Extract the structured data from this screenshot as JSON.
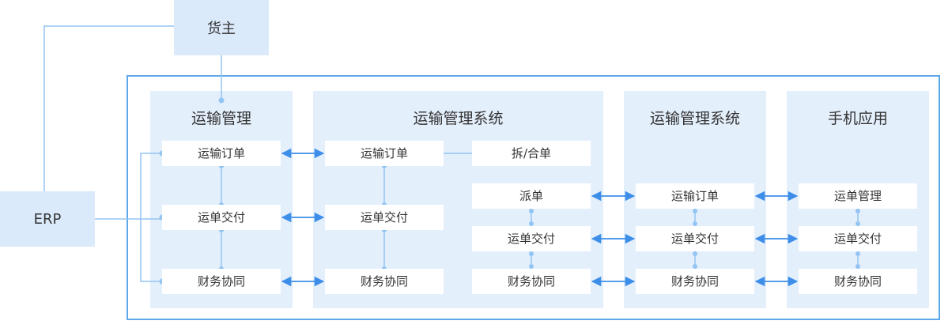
{
  "actors": {
    "shipper": "货主",
    "erp": "ERP"
  },
  "columns": [
    {
      "title": "运输管理",
      "items": [
        "运输订单",
        "运单交付",
        "财务协同"
      ]
    },
    {
      "title": "运输管理系统",
      "left_items": [
        "运输订单",
        "运单交付",
        "财务协同"
      ],
      "right_items": [
        "拆/合单",
        "派单",
        "运单交付",
        "财务协同"
      ]
    },
    {
      "title": "运输管理系统",
      "items": [
        "运输订单",
        "运单交付",
        "财务协同"
      ]
    },
    {
      "title": "手机应用",
      "items": [
        "运单管理",
        "运单交付",
        "财务协同"
      ]
    }
  ],
  "colors": {
    "accent": "#3d8ee8",
    "connector": "#93c4f3",
    "panel": "#e4effc",
    "actor": "#dbeafb"
  }
}
